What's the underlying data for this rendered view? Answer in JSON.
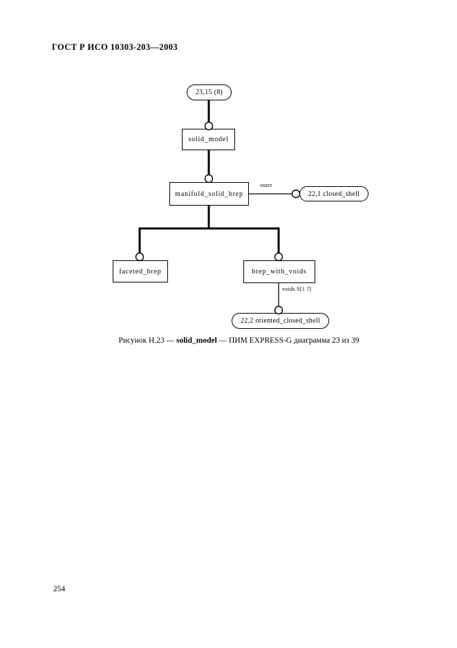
{
  "page": {
    "header": "ГОСТ Р ИСО 10303-203—2003",
    "page_number": "254"
  },
  "diagram": {
    "notation": "EXPRESS-G",
    "page_ref_top": {
      "label": "23,15 (8)"
    },
    "entities": {
      "solid_model": {
        "label": "solid_model"
      },
      "manifold_solid_brep": {
        "label": "manifold_solid_brep"
      },
      "faceted_brep": {
        "label": "faceted_brep"
      },
      "brep_with_voids": {
        "label": "brep_with_voids"
      }
    },
    "page_refs": {
      "closed_shell": {
        "label": "22,1 closed_shell"
      },
      "oriented_closed_shell": {
        "label": "22,2 oriented_closed_shell"
      }
    },
    "attribute_labels": {
      "outer": {
        "label": "outer"
      },
      "voids": {
        "label": "voids S[1 ?]"
      }
    }
  },
  "caption": {
    "prefix": "Рисунок Н.23 — ",
    "entity": "solid_model",
    "suffix": " — ПИМ EXPRESS-G диаграмма 23 из 39"
  }
}
